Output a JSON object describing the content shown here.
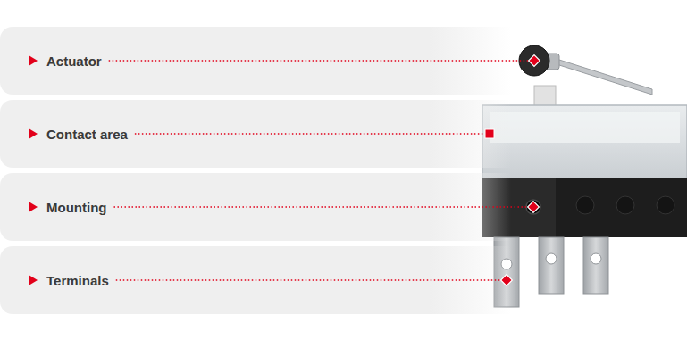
{
  "diagram": {
    "nodes": [
      {
        "text": [
          "Actuator"
        ]
      },
      {
        "text": [
          "Contact area"
        ]
      },
      {
        "text": [
          "Mounting"
        ]
      },
      {
        "text": [
          "Terminals"
        ]
      }
    ]
  }
}
